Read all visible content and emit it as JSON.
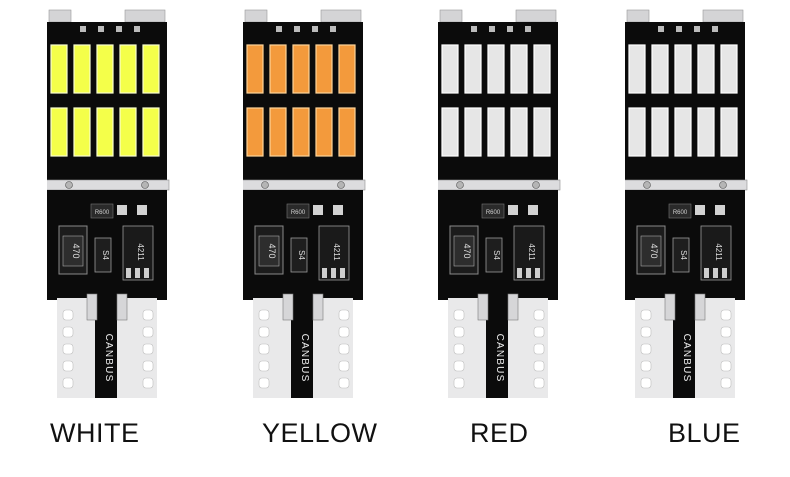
{
  "products": [
    {
      "label": "WHITE",
      "led_color": "#f4ff4a",
      "led_glow": "#fbffd0"
    },
    {
      "label": "YELLOW",
      "led_color": "#f39a3c",
      "led_glow": "#ffd49a"
    },
    {
      "label": "RED",
      "led_color": "#e6e6e6",
      "led_glow": "#ffffff"
    },
    {
      "label": "BLUE",
      "led_color": "#e6e6e6",
      "led_glow": "#ffffff"
    }
  ],
  "board_text": {
    "canbus": "CANBUS",
    "resistor_top": "R600",
    "inductor": "470",
    "diode": "S4",
    "chip": "4211"
  },
  "colors": {
    "pcb": "#0b0b0b",
    "metal": "#c9c9cb",
    "base": "#e9e9ea"
  }
}
